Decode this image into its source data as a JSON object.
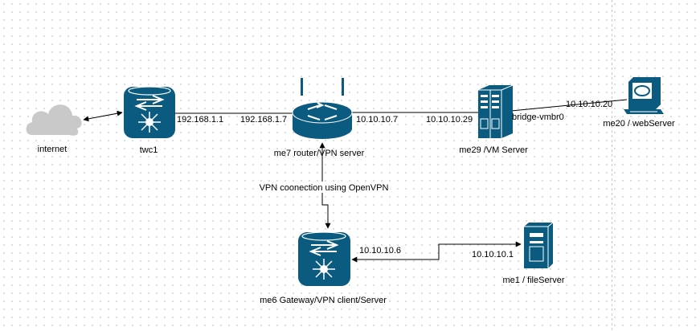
{
  "colors": {
    "device_fill": "#0a5b7f",
    "device_stroke": "#ffffff",
    "cloud_fill": "#c9c9c9",
    "link": "#000000",
    "page_edge": "#cfcfcf"
  },
  "nodes": {
    "internet": {
      "label": "internet",
      "icon": "cloud-icon"
    },
    "twc1": {
      "label": "twc1",
      "icon": "layer3-switch-icon"
    },
    "me7": {
      "label": "me7 router/VPN server",
      "icon": "wireless-router-icon"
    },
    "me29": {
      "label": "me29 /VM Server",
      "icon": "server-rack-icon"
    },
    "me20": {
      "label": "me20 / webServer",
      "icon": "workstation-icon"
    },
    "me6": {
      "label": "me6 Gateway/VPN client/Server",
      "icon": "layer3-switch-icon"
    },
    "me1": {
      "label": "me1 / fileServer",
      "icon": "file-server-icon"
    }
  },
  "links": {
    "twc1_me7_left": "192.168.1.1",
    "twc1_me7_right": "192.168.1.7",
    "me7_me29_left": "10.10.10.7",
    "me29_me20_left": "10.10.10.29",
    "me29_me20_bridge": "bridge-vmbr0",
    "me29_me20_right": "10.10.10.20",
    "me7_me6_vpn": "VPN coonection using OpenVPN",
    "me6_me1_left": "10.10.10.6",
    "me6_me1_right": "10.10.10.1"
  }
}
